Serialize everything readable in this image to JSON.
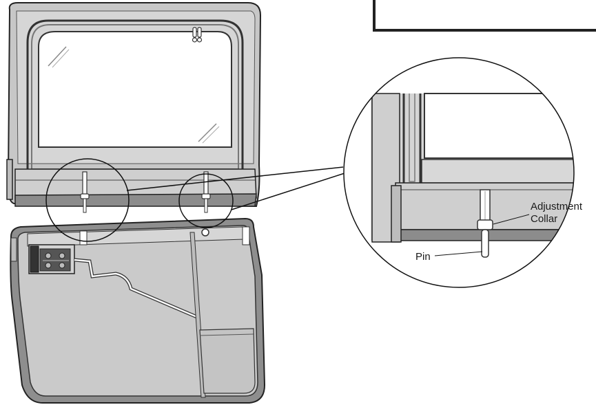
{
  "labels": {
    "adjustment_line1": "Adjustment",
    "adjustment_line2": "Collar",
    "pin": "Pin"
  },
  "colors": {
    "panel_fill": "#c9c9c9",
    "panel_dark": "#8a8a8a",
    "outline": "#222222",
    "window_fill": "#ffffff",
    "inner_fill": "#d7d7d7",
    "page_bg": "#ffffff"
  }
}
